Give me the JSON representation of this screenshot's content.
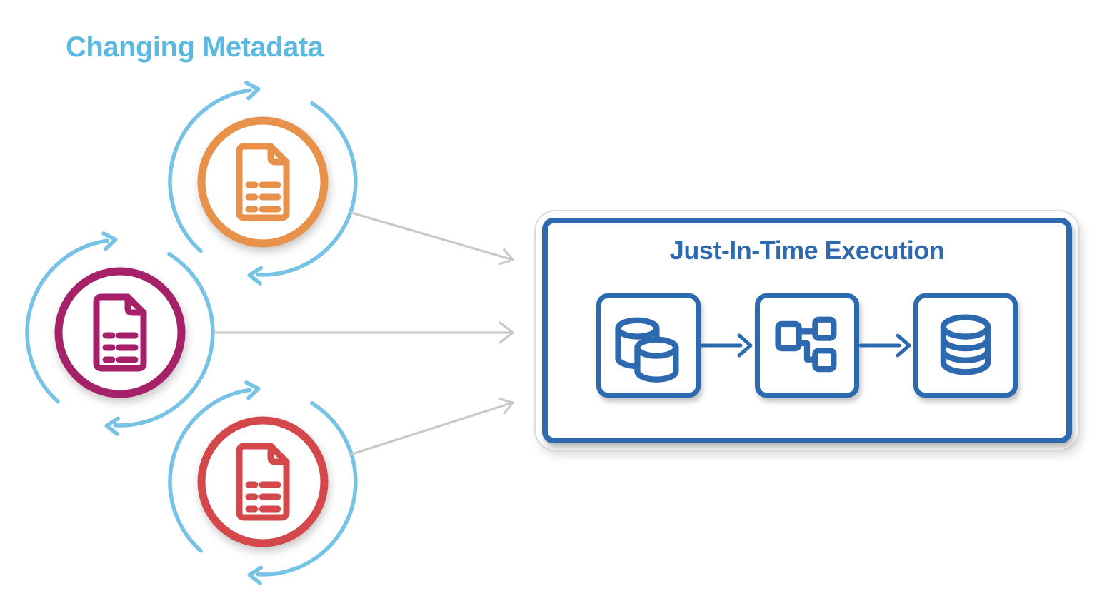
{
  "colors": {
    "cycle_blue": "#76c3e6",
    "heading_blue": "#5bb8e0",
    "dark_blue": "#2d69af",
    "arrow_gray": "#c9c9c9",
    "box_outline_gray": "#dcdcdc",
    "background": "#ffffff"
  },
  "left_section": {
    "title": "Changing Metadata",
    "nodes": [
      {
        "id": "metadata-document-top",
        "icon": "document-icon",
        "color": "#e8914b"
      },
      {
        "id": "metadata-document-middle",
        "icon": "document-icon",
        "color": "#a52069"
      },
      {
        "id": "metadata-document-bottom",
        "icon": "document-icon",
        "color": "#d4474b"
      }
    ]
  },
  "right_section": {
    "title": "Just-In-Time Execution",
    "steps": [
      {
        "id": "step-source-data",
        "icon": "dual-database-icon"
      },
      {
        "id": "step-transform",
        "icon": "flowchart-icon"
      },
      {
        "id": "step-database",
        "icon": "database-stack-icon"
      }
    ]
  }
}
